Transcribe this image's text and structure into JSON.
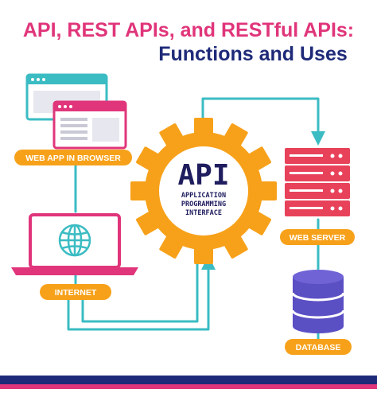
{
  "title": {
    "line1": "API, REST APIs, and RESTful APIs:",
    "line2": "Functions and Uses"
  },
  "api": {
    "big_label": "API",
    "line1": "APPLICATION",
    "line2": "PROGRAMMING",
    "line3": "INTERFACE"
  },
  "labels": {
    "web_app": "WEB APP IN BROWSER",
    "internet": "INTERNET",
    "web_server": "WEB SERVER",
    "database": "DATABASE"
  },
  "colors": {
    "pink": "#e0357a",
    "navy": "#1e2a78",
    "orange": "#f7a11a",
    "teal": "#3bbcc3",
    "server_red": "#e8425a",
    "db_purple": "#5b4fc4"
  },
  "icons": {
    "browser": "browser-window-icon",
    "laptop": "laptop-icon",
    "globe": "globe-icon",
    "gear": "gear-icon",
    "server": "server-rack-icon",
    "database": "database-icon"
  }
}
